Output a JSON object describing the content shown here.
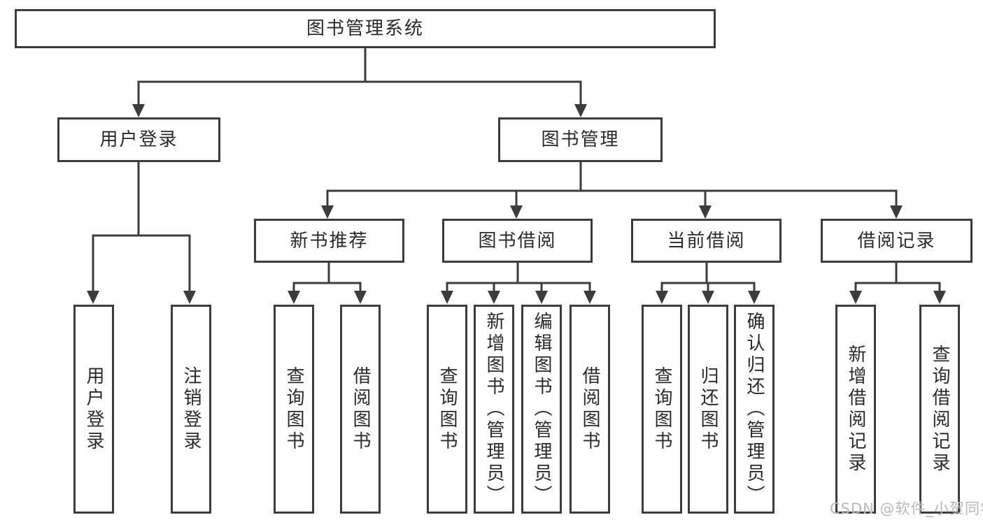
{
  "colors": {
    "line": "#3c3c3c",
    "box_border": "#3c3c3c",
    "box_background": "#ffffff",
    "text": "#2a2a2a",
    "page_background": "#ffffff",
    "watermark_text": "#b9b9b9"
  },
  "diagram": {
    "type": "tree",
    "root": {
      "label": "图书管理系统"
    },
    "level2": [
      {
        "label": "用户登录"
      },
      {
        "label": "图书管理"
      }
    ],
    "level3": [
      {
        "label": "新书推荐",
        "parent": "图书管理"
      },
      {
        "label": "图书借阅",
        "parent": "图书管理"
      },
      {
        "label": "当前借阅",
        "parent": "图书管理"
      },
      {
        "label": "借阅记录",
        "parent": "图书管理"
      }
    ],
    "leaves": {
      "user_login": [
        {
          "label": "用户登录"
        },
        {
          "label": "注销登录"
        }
      ],
      "new_book": [
        {
          "label": "查询图书"
        },
        {
          "label": "借阅图书"
        }
      ],
      "book_borrow": [
        {
          "label": "查询图书"
        },
        {
          "label": "新增图书（管理员）"
        },
        {
          "label": "编辑图书（管理员）"
        },
        {
          "label": "借阅图书"
        }
      ],
      "current_borrow": [
        {
          "label": "查询图书"
        },
        {
          "label": "归还图书"
        },
        {
          "label": "确认归还（管理员）"
        }
      ],
      "borrow_records": [
        {
          "label": "新增借阅记录"
        },
        {
          "label": "查询借阅记录"
        }
      ]
    }
  },
  "watermark": {
    "text": "CSDN @软件_小贺同学"
  }
}
